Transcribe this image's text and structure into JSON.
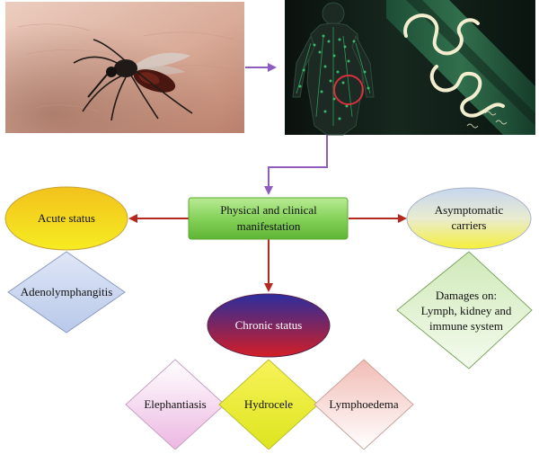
{
  "nodes": {
    "physical": {
      "line1": "Physical and clinical",
      "line2": "manifestation"
    },
    "acute": "Acute status",
    "asymptomatic": {
      "line1": "Asymptomatic",
      "line2": "carriers"
    },
    "adenolymphangitis": "Adenolymphangitis",
    "damages": {
      "line1": "Damages on:",
      "line2": "Lymph, kidney and",
      "line3": "immune system"
    },
    "chronic": "Chronic status",
    "elephantiasis": "Elephantiasis",
    "hydrocele": "Hydrocele",
    "lymphoedema": "Lymphoedema"
  },
  "colors": {
    "arrow_red": "#b5281f",
    "arrow_purple": "#8e5bbf",
    "green_box": "#7fcf52",
    "ellipse_yellow": "#f3e31a",
    "chronic_ellipse_top": "#2b2e9f",
    "chronic_ellipse_bottom": "#c81e2a",
    "worm": "#f2eecf"
  },
  "images": {
    "left": "mosquito-on-skin",
    "right": "lymphatic-body-with-filarial-worms"
  }
}
